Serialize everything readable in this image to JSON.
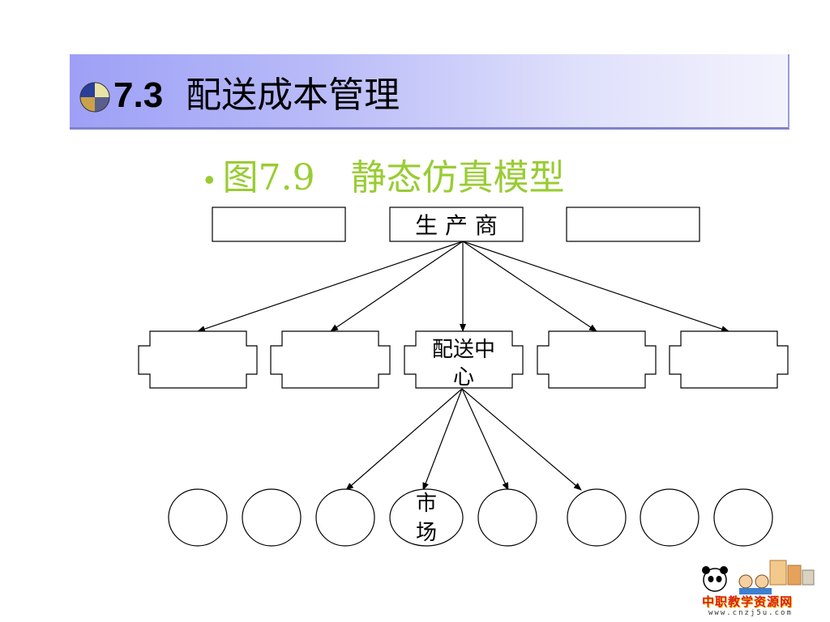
{
  "slide": {
    "section_number": "7.3",
    "section_title": "配送成本管理",
    "bullet_text": "图7.9　静态仿真模型"
  },
  "diagram": {
    "producer_label": "生 产 商",
    "center_line1": "配送中",
    "center_line2": "心",
    "market_line1": "市",
    "market_line2": "场"
  },
  "logo": {
    "main_text": "中职教学资源网",
    "url_text": "www.cnzj5u.com"
  }
}
